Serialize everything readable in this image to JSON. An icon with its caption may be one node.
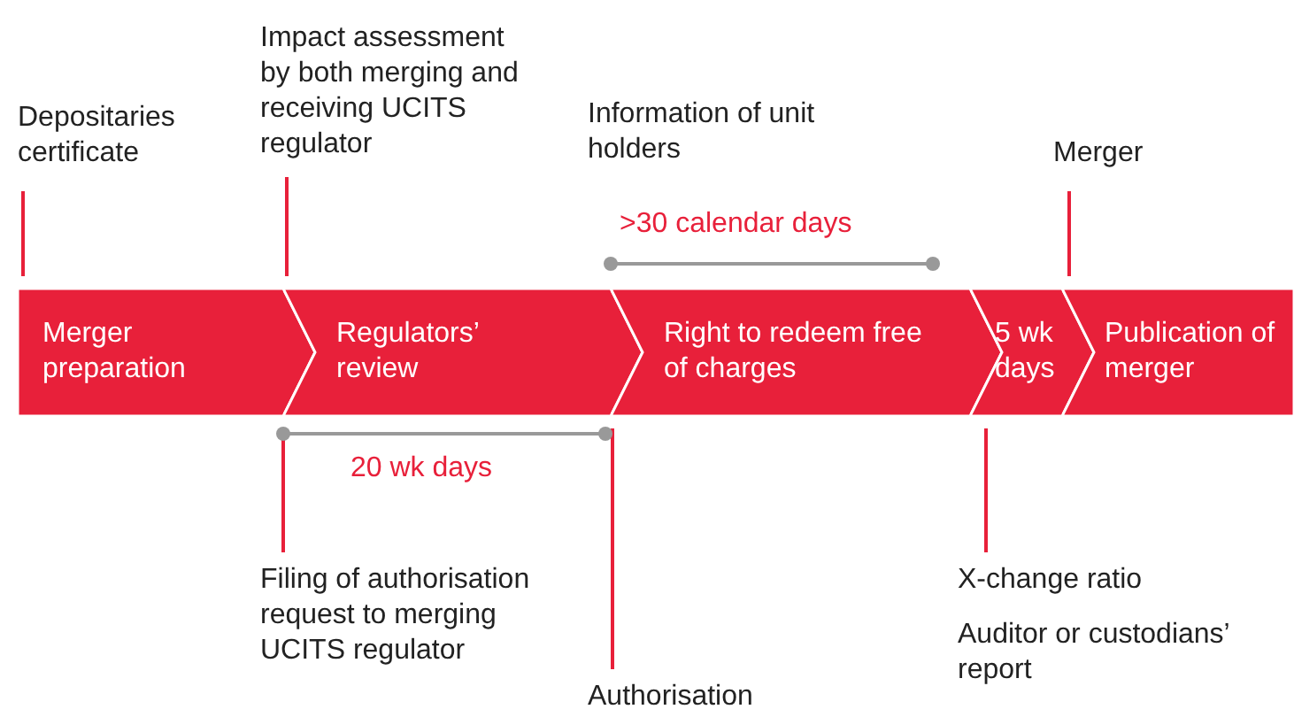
{
  "diagram": {
    "nodes": [
      {
        "text": [
          "Merger preparation"
        ]
      },
      {
        "text": [
          "Regulators’ review"
        ]
      },
      {
        "text": [
          "Right to redeem free of charges"
        ]
      },
      {
        "text": [
          "5 wk days"
        ]
      },
      {
        "text": [
          "Publication of merger"
        ]
      },
      {
        "text": [
          "Depositaries certificate"
        ]
      },
      {
        "text": [
          "Impact assessment by both merging and receiving UCITS regulator"
        ]
      },
      {
        "text": [
          "Merger"
        ]
      },
      {
        "text": [
          "Filing of authorisation request to merging UCITS regulator"
        ]
      },
      {
        "text": [
          "Authorisation"
        ]
      },
      {
        "text": [
          "X-change ratio",
          "Auditor or custodians’ report"
        ]
      }
    ],
    "edges": [
      {
        "from": 5,
        "to": 0,
        "arrow": "none"
      },
      {
        "from": 6,
        "to": 1,
        "arrow": "none"
      },
      {
        "from": 7,
        "to": 4,
        "arrow": "none"
      },
      {
        "from": 8,
        "to": 1,
        "arrow": "none"
      },
      {
        "from": 9,
        "to": 2,
        "arrow": "none"
      },
      {
        "from": 10,
        "to": 3,
        "arrow": "none"
      }
    ],
    "labels": [
      "Information of unit holders",
      ">30 calendar days",
      "20 wk days"
    ]
  }
}
